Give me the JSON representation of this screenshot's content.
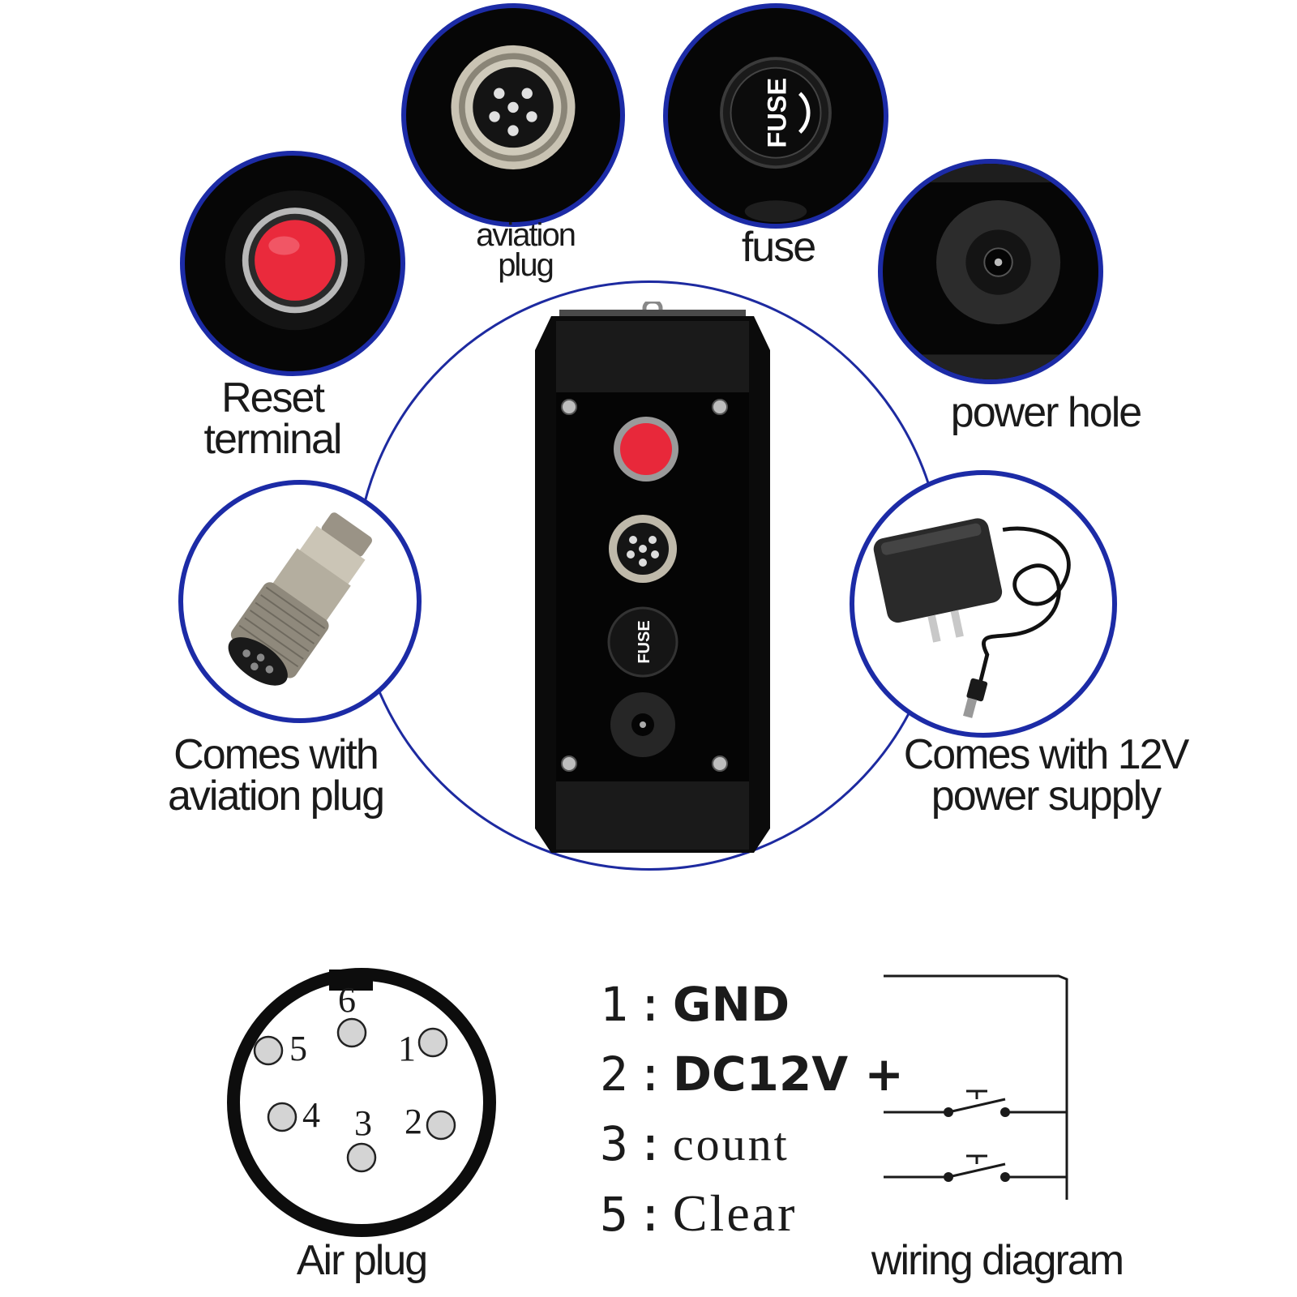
{
  "labels": {
    "reset_terminal": [
      "Reset",
      "terminal"
    ],
    "aviation_plug": [
      "aviation",
      "plug"
    ],
    "fuse": "fuse",
    "power_hole": "power hole",
    "comes_with_aviation_plug": [
      "Comes with",
      "aviation plug"
    ],
    "comes_with_power_supply": [
      "Comes with 12V",
      "power supply"
    ]
  },
  "fuse_cap_text": "FUSE",
  "pinout": {
    "title": "Air plug",
    "pins": [
      "6",
      "5",
      "1",
      "4",
      "3",
      "2"
    ]
  },
  "pin_list": [
    {
      "num": "1",
      "sep": ":",
      "name": "GND"
    },
    {
      "num": "2",
      "sep": ":",
      "name": "DC12V +"
    },
    {
      "num": "3",
      "sep": ":",
      "name": "count"
    },
    {
      "num": "5",
      "sep": ":",
      "name": "Clear"
    }
  ],
  "wiring_title": "wiring diagram",
  "colors": {
    "ring_blue": "#1c2ba6",
    "button_red": "#e8283a",
    "device_black": "#0b0b0b"
  }
}
